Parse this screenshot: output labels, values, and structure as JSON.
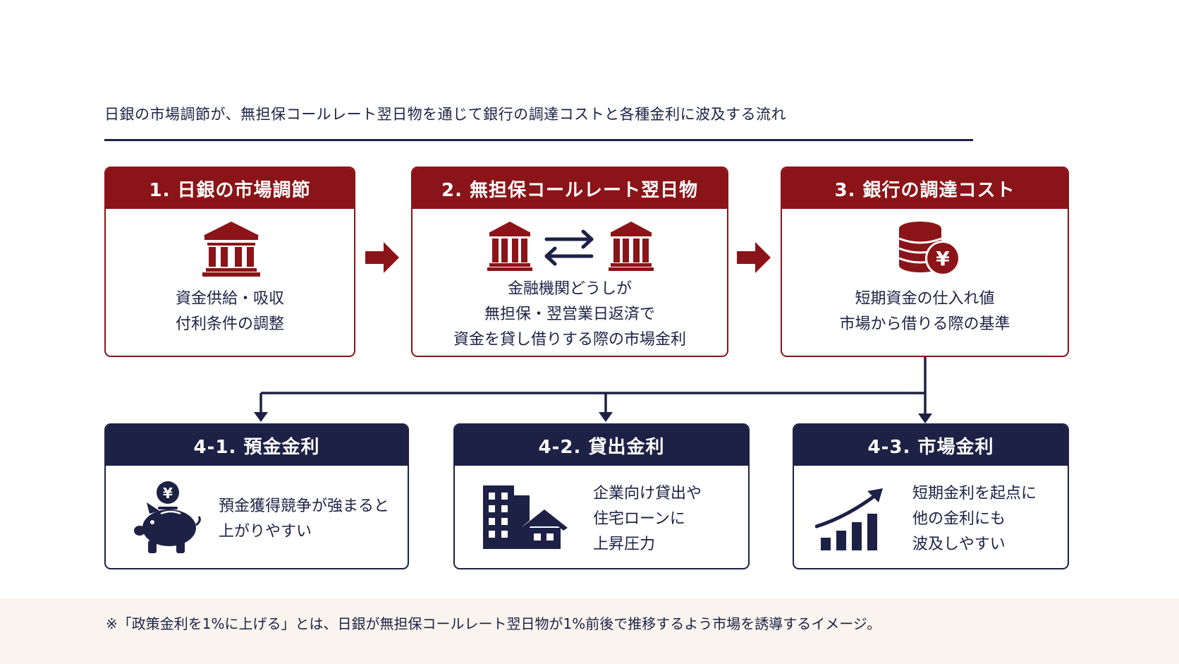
{
  "title": "日銀の市場調節が、無担保コールレート翌日物を通じて銀行の調達コストと各種金利に波及する流れ",
  "steps": [
    {
      "heading": "1. 日銀の市場調節",
      "icon": "bank-icon",
      "lines": [
        "資金供給・吸収",
        "付利条件の調整"
      ]
    },
    {
      "heading": "2. 無担保コールレート翌日物",
      "icon": "bank-exchange-icon",
      "lines": [
        "金融機関どうしが",
        "無担保・翌営業日返済で",
        "資金を貸し借りする際の市場金利"
      ]
    },
    {
      "heading": "3. 銀行の調達コスト",
      "icon": "coins-yen-icon",
      "lines": [
        "短期資金の仕入れ値",
        "市場から借りる際の基準"
      ]
    }
  ],
  "outcomes": [
    {
      "heading": "4-1. 預金金利",
      "icon": "piggy-bank-icon",
      "lines": [
        "預金獲得競争が強まると",
        "上がりやすい"
      ]
    },
    {
      "heading": "4-2. 貸出金利",
      "icon": "building-house-icon",
      "lines": [
        "企業向け貸出や",
        "住宅ローンに",
        "上昇圧力"
      ]
    },
    {
      "heading": "4-3. 市場金利",
      "icon": "rising-chart-icon",
      "lines": [
        "短期金利を起点に",
        "他の金利にも",
        "波及しやすい"
      ]
    }
  ],
  "footnote": "※「政策金利を1%に上げる」とは、日銀が無担保コールレート翌日物が1%前後で推移するよう市場を誘導するイメージ。",
  "colors": {
    "red": "#8b1418",
    "navy": "#1d2145",
    "footer_bg": "#f9f4ee"
  }
}
